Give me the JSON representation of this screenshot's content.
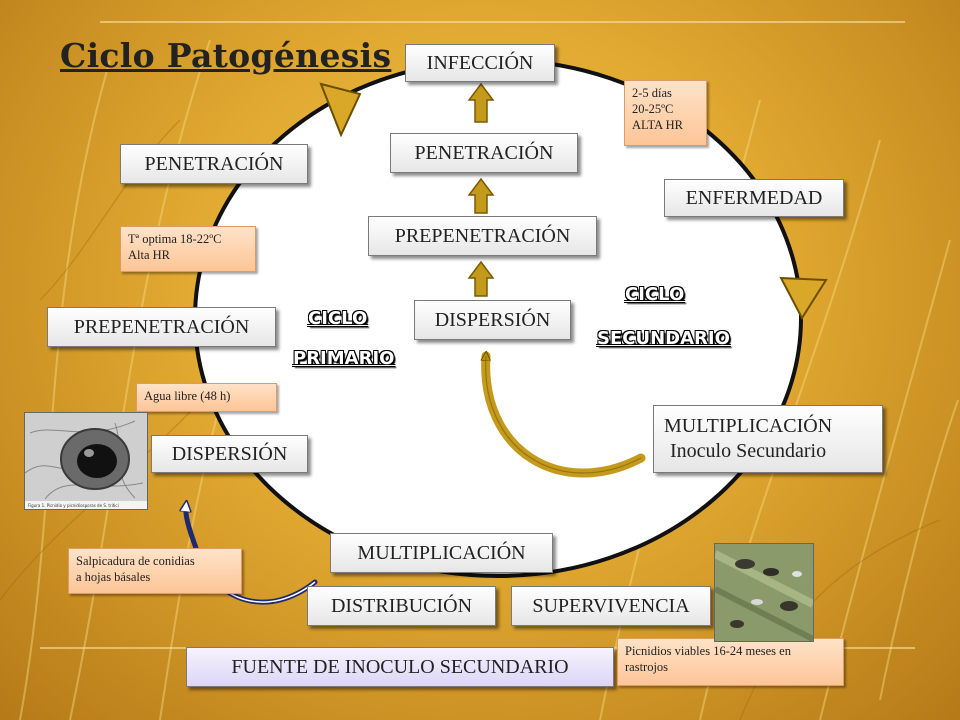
{
  "title": "Ciclo Patogénesis",
  "central_column": {
    "infeccion": "INFECCIÓN",
    "penetracion": "PENETRACIÓN",
    "prepenetracion": "PREPENETRACIÓN",
    "dispersion": "DISPERSIÓN"
  },
  "left_column": {
    "penetracion": "PENETRACIÓN",
    "prepenetracion": "PREPENETRACIÓN",
    "dispersion": "DISPERSIÓN"
  },
  "right_side": {
    "enfermedad": "ENFERMEDAD",
    "multiplicacion_line1": "MULTIPLICACIÓN",
    "multiplicacion_line2": "Inoculo Secundario"
  },
  "bottom": {
    "multiplicacion": "MULTIPLICACIÓN",
    "distribucion": "DISTRIBUCIÓN",
    "supervivencia": "SUPERVIVENCIA",
    "fuente": "FUENTE DE INOCULO SECUNDARIO"
  },
  "notes": {
    "infection_conditions": "2-5 días\n20-25ºC\nALTA HR",
    "temperature": "Tª optima 18-22ºC\nAlta HR",
    "water": "Agua libre (48 h)",
    "splash": "Salpicadura de conidias\n  a hojas básales",
    "picnidios": "Picnidios viables 16-24 meses en rastrojos"
  },
  "cycle_labels": {
    "primary_1": "CICLO",
    "primary_2": "PRIMARIO",
    "secondary_1": "CICLO",
    "secondary_2": "SECUNDARIO"
  },
  "photos": {
    "micrograph_caption": "Figura 1. Picnidio y picnidiosporas de S. tritici"
  },
  "colors": {
    "background": "#e0a830",
    "arrow_fill": "#c49a1c",
    "triangle_fill": "#d9a828",
    "curve_dark_blue": "#1d2a72",
    "note_fill": "#fdc597"
  }
}
